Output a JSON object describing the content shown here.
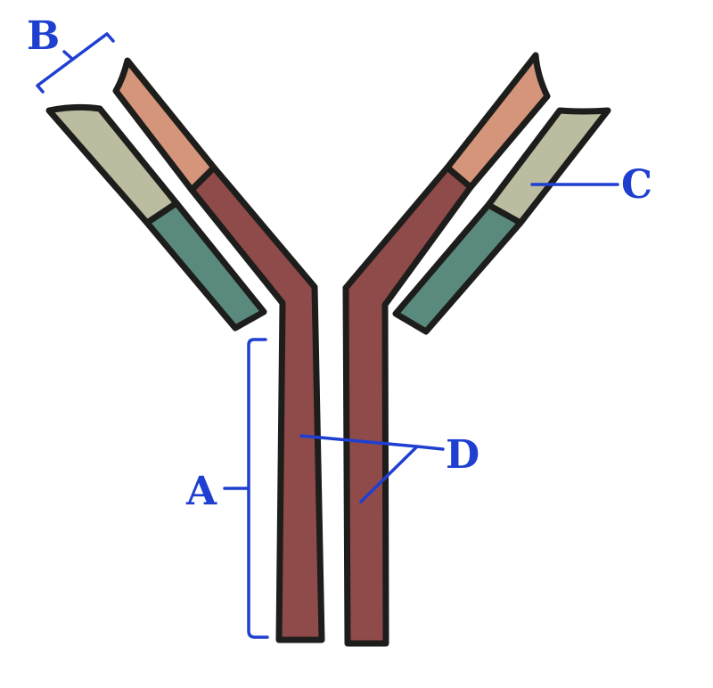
{
  "labels": {
    "a": "A",
    "b": "B",
    "c": "C",
    "d": "D"
  },
  "colors": {
    "heavy_chain_constant": "#8f4a4a",
    "heavy_chain_variable": "#d4957a",
    "light_chain_variable": "#bcbca0",
    "light_chain_constant": "#5a8a7e",
    "outline": "#1d1d1b",
    "annotation": "#1f3fd1",
    "background": "#ffffff"
  },
  "icons": [
    "antibody-diagram"
  ]
}
